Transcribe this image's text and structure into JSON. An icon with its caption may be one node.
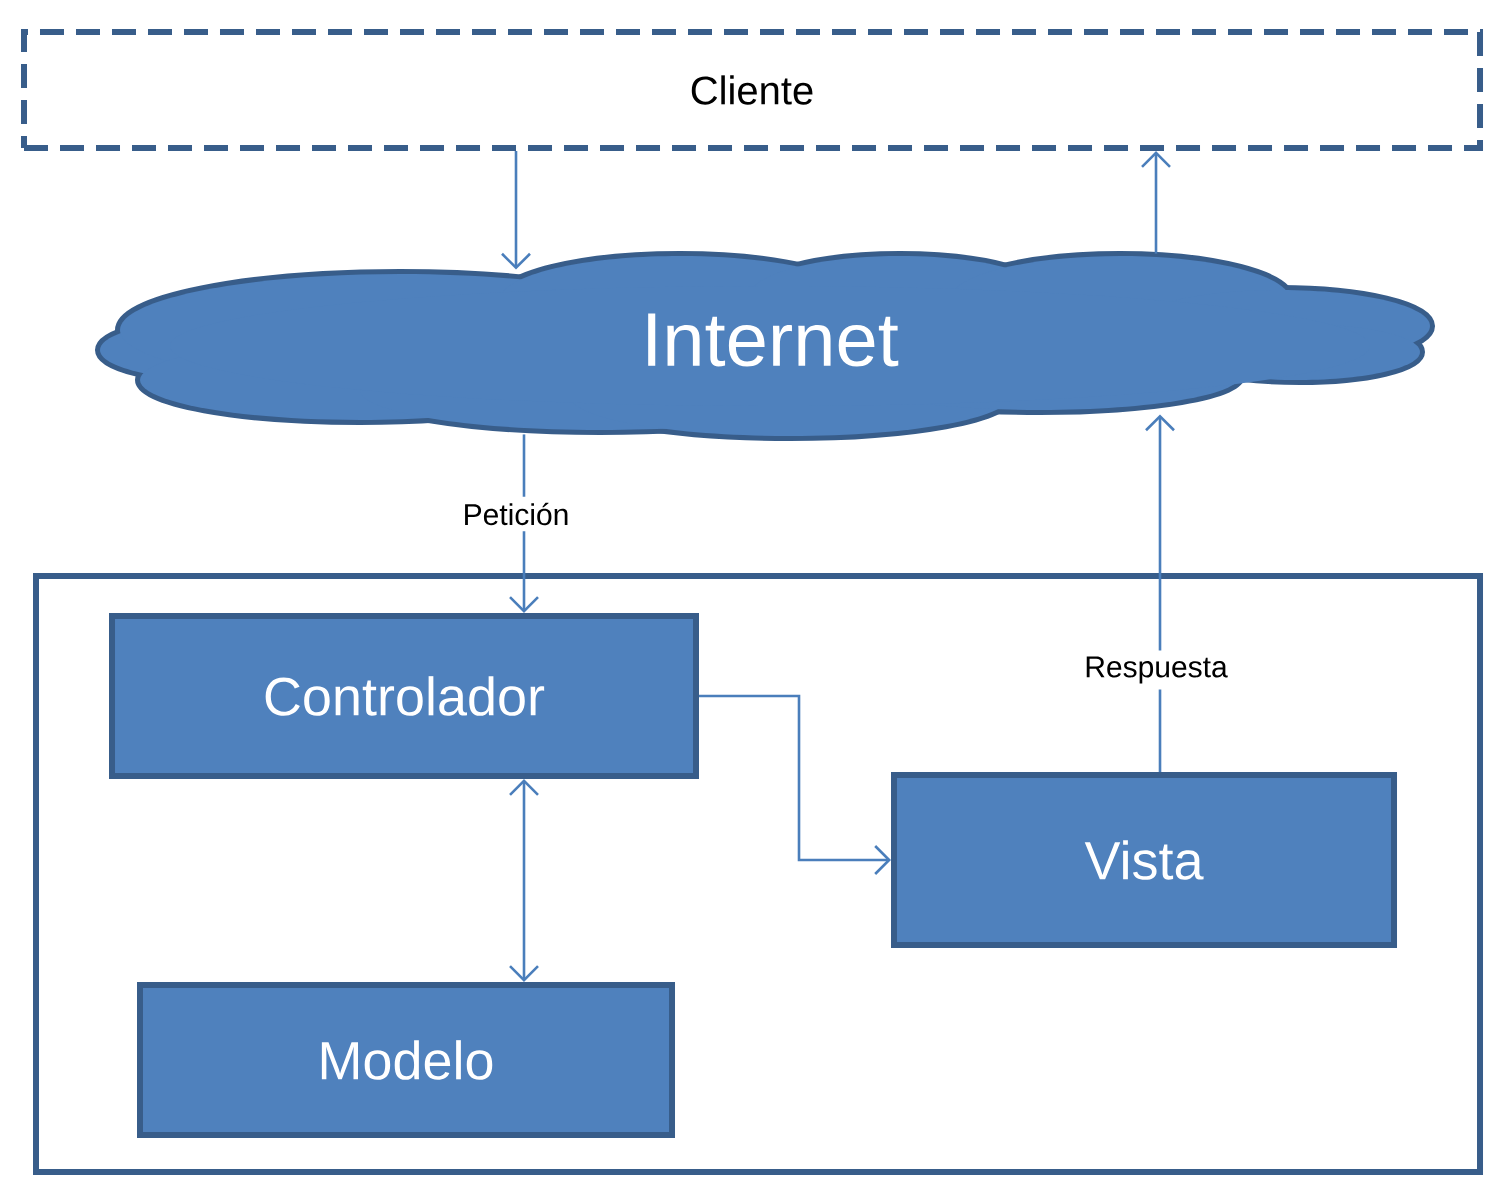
{
  "diagram": {
    "nodes": [
      {
        "text": [
          "Cliente"
        ]
      },
      {
        "text": [
          "Internet"
        ]
      },
      {
        "text": [],
        "shape": "box"
      },
      {
        "text": [
          "Controlador"
        ],
        "in": 2
      },
      {
        "text": [
          "Vista"
        ],
        "in": 2
      },
      {
        "text": [
          "Modelo"
        ],
        "in": 2
      }
    ],
    "edges": [
      {
        "from": 0,
        "to": 1,
        "arrow": "to"
      },
      {
        "from": 1,
        "to": 3,
        "arrow": "to",
        "label": "Petición"
      },
      {
        "from": 3,
        "to": 4,
        "arrow": "to"
      },
      {
        "from": 3,
        "to": 5,
        "arrow": "both"
      },
      {
        "from": 4,
        "to": 1,
        "arrow": "to",
        "label": "Respuesta"
      },
      {
        "from": 1,
        "to": 0,
        "arrow": "to"
      }
    ]
  }
}
